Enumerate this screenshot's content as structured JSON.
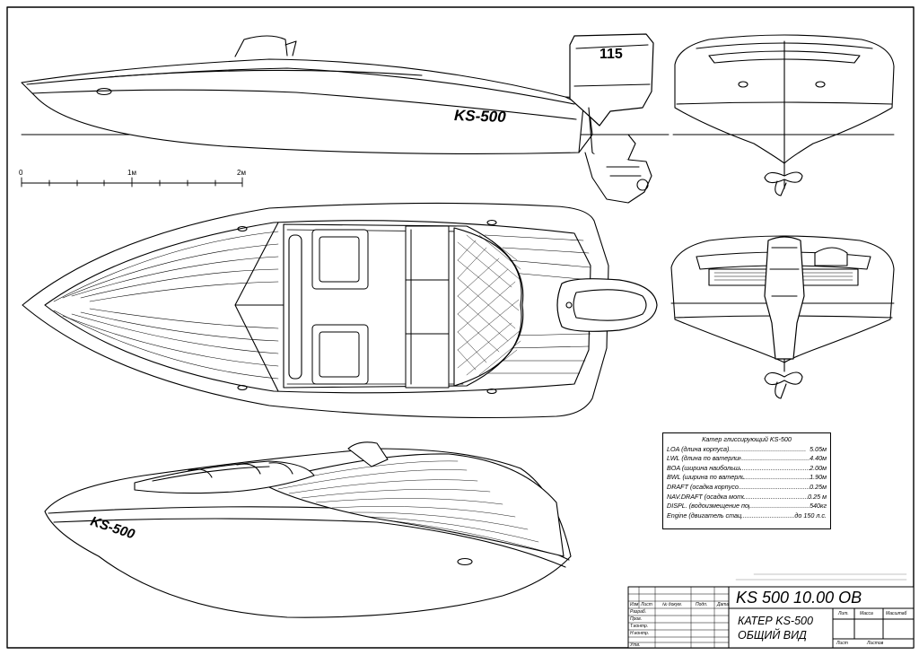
{
  "model_name_side": "KS-500",
  "model_name_iso": "KS-500",
  "engine_label": "115",
  "scale": {
    "zero": "0",
    "one": "1м",
    "two": "2м"
  },
  "spec_table": {
    "title": "Катер глиссирующий KS-500",
    "rows": [
      {
        "label": "LOA (длина корпуса)",
        "value": "5.05м"
      },
      {
        "label": "LWL (длина по ватерлинии)",
        "value": "4.40м"
      },
      {
        "label": "BOA (ширина наибольшая)",
        "value": "2.00м"
      },
      {
        "label": "BWL (ширина по ватерлинии)",
        "value": "1.90м"
      },
      {
        "label": "DRAFT (осадка корпусом)",
        "value": "0.25м"
      },
      {
        "label": "NAV.DRAFT (осадка мотором)",
        "value": "0.25 м"
      },
      {
        "label": "DISPL. (водоизмещение порожнем)",
        "value": "540кг"
      },
      {
        "label": "Engine (двигатель стационарный)",
        "value": "до 150 л.с."
      }
    ]
  },
  "title_block": {
    "drawing_code": "KS 500 10.00 OB",
    "name_line1": "КАТЕР KS-500",
    "name_line2": "ОБЩИЙ ВИД",
    "col_izm": "Изм",
    "col_list": "Лист",
    "col_doc": "№ докум.",
    "col_sign": "Подп.",
    "col_date": "Дата",
    "row_razrab": "Разраб.",
    "row_prov": "Пров.",
    "row_tkontr": "Т.контр.",
    "row_nkontr": "Н.контр.",
    "row_utv": "Утв.",
    "lit": "Лит.",
    "massa": "Масса",
    "masshtab": "Масштаб",
    "list": "Лист",
    "listov": "Листов"
  }
}
